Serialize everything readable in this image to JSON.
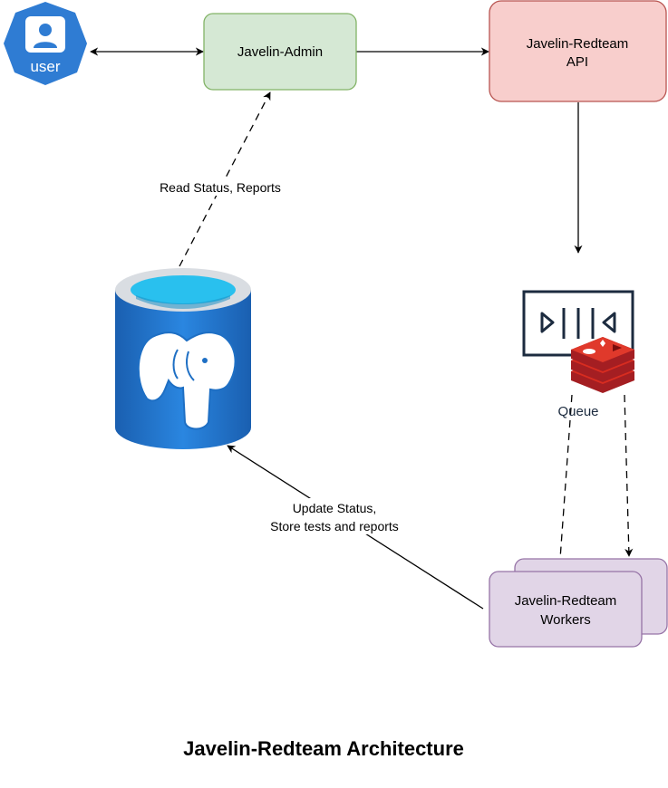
{
  "user": {
    "label": "user"
  },
  "admin": {
    "label": "Javelin-Admin"
  },
  "api": {
    "line1": "Javelin-Redteam",
    "line2": "API"
  },
  "queue": {
    "label": "Queue"
  },
  "workers": {
    "line1": "Javelin-Redteam",
    "line2": "Workers"
  },
  "edges": {
    "read_status": "Read Status, Reports",
    "update_line1": "Update Status,",
    "update_line2": "Store tests and reports"
  },
  "footer": {
    "title": "Javelin-Redteam Architecture"
  },
  "colors": {
    "admin_fill": "#d5e8d4",
    "admin_stroke": "#82b366",
    "api_fill": "#f8cecc",
    "api_stroke": "#b85450",
    "workers_fill": "#e1d5e7",
    "workers_stroke": "#9673a6",
    "user_badge": "#2f7cd3",
    "postgres_blue": "#1e6fc4",
    "redis_red": "#c6262e",
    "queue_navy": "#1c2b3f"
  }
}
